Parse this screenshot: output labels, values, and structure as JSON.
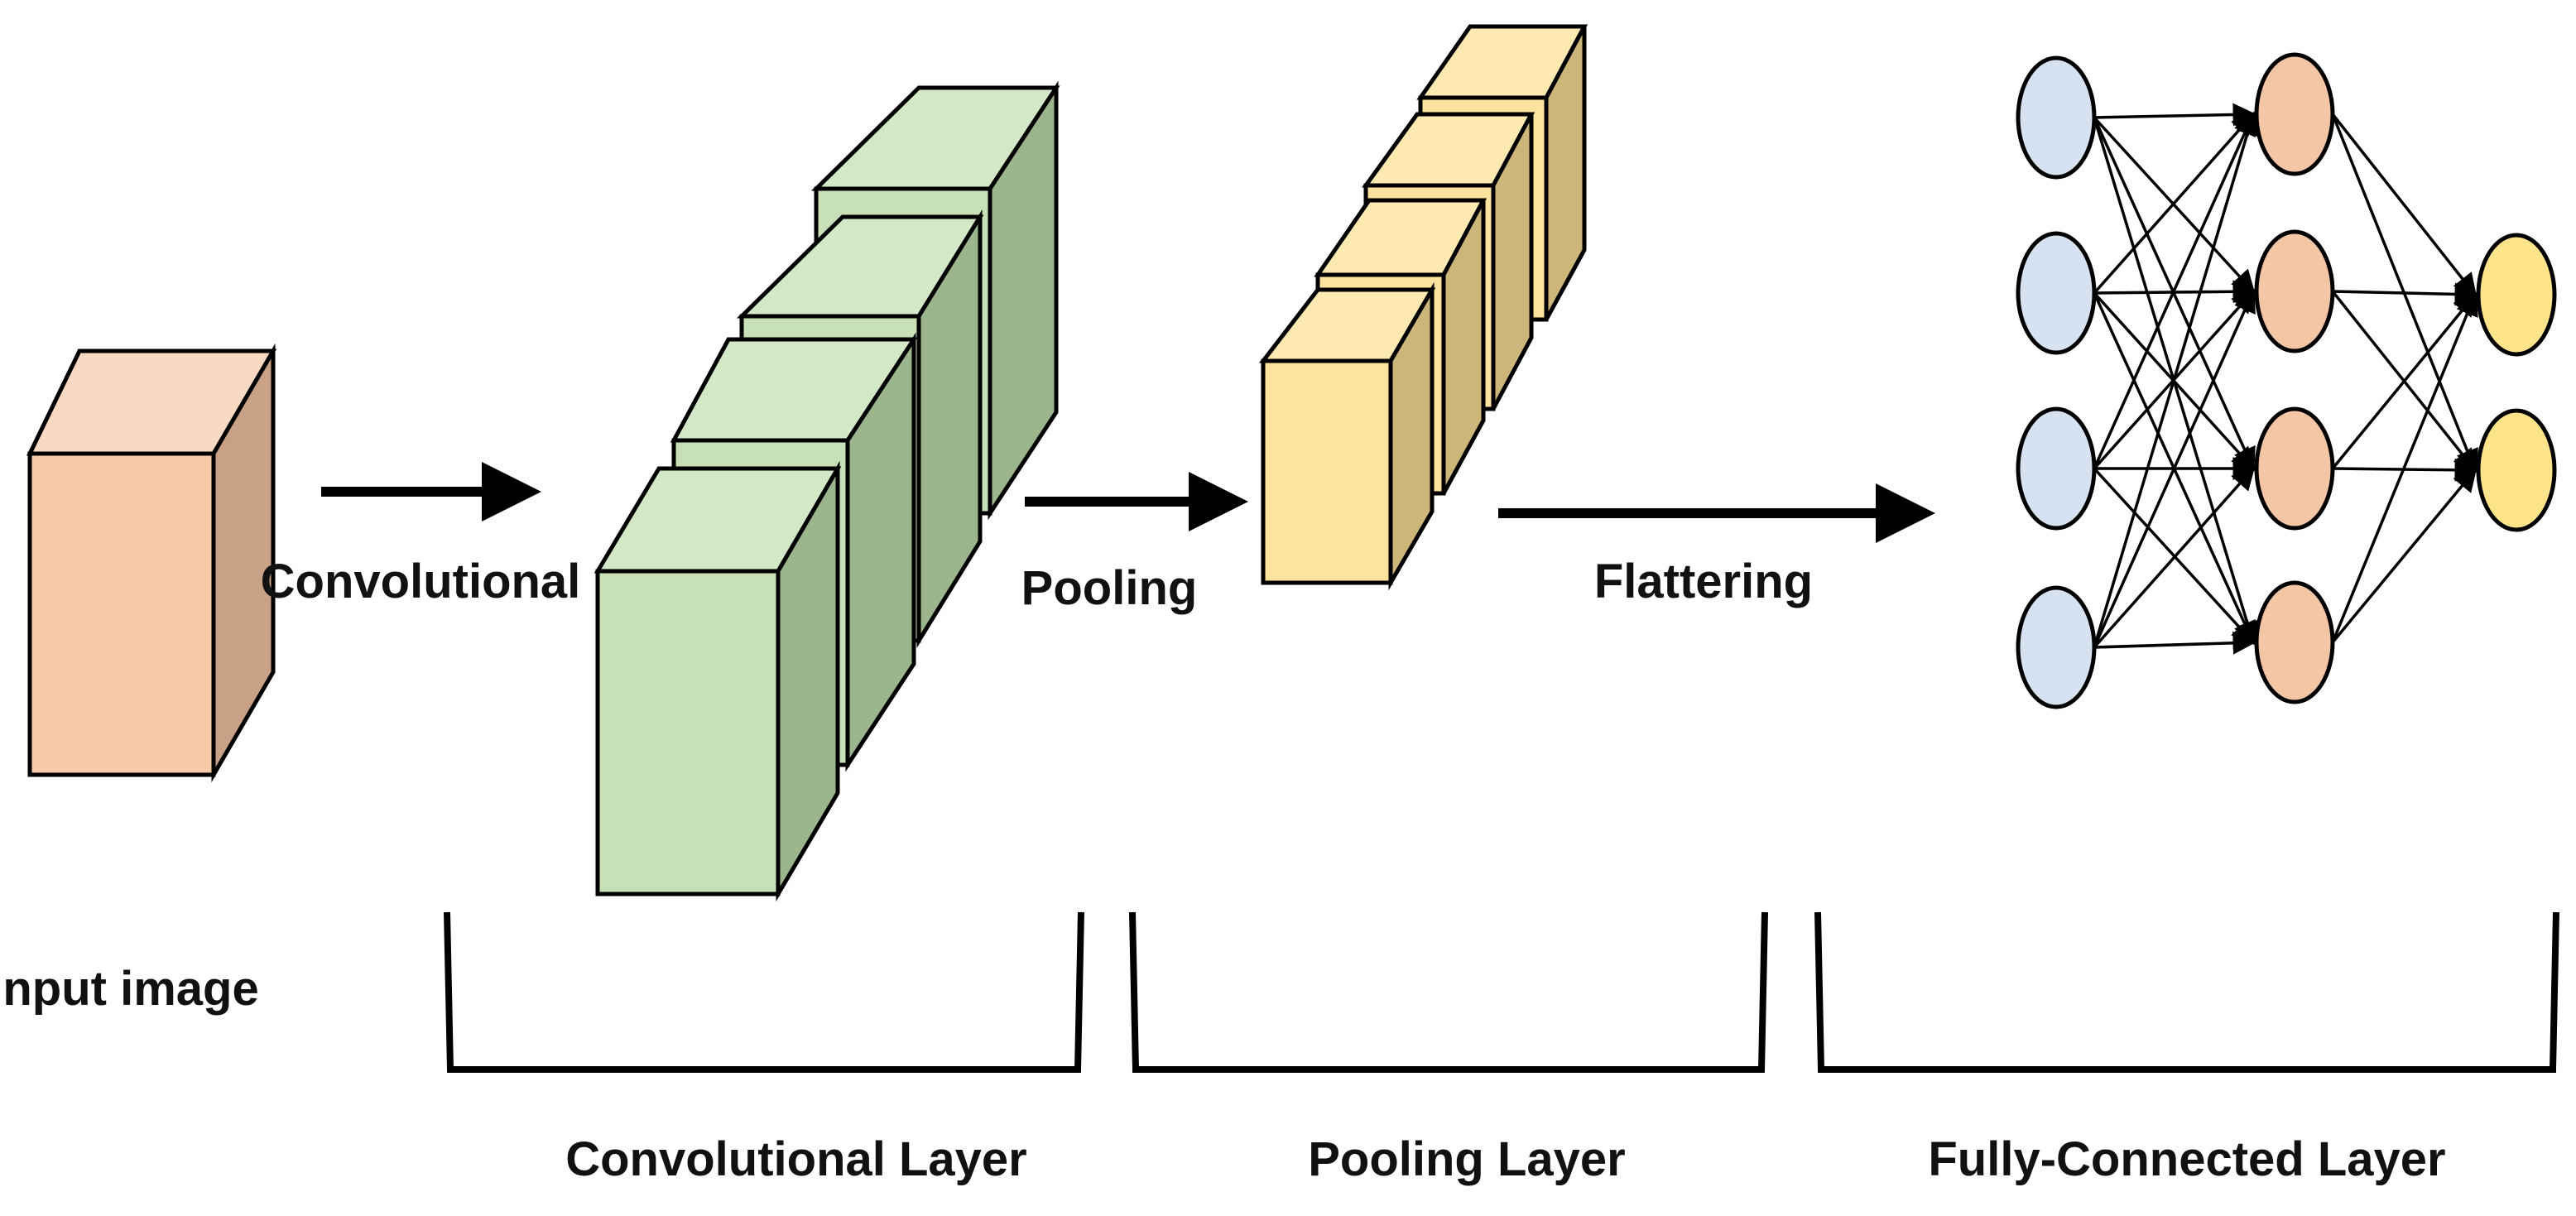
{
  "labels": {
    "input_image": "Input image",
    "convolutional": "Convolutional",
    "pooling": "Pooling",
    "flattering": "Flattering",
    "convolutional_layer": "Convolutional Layer",
    "pooling_layer": "Pooling Layer",
    "fully_connected_layer": "Fully-Connected Layer"
  },
  "colors": {
    "input_front": "#f8c9a8",
    "input_top": "#f9d9c1",
    "input_side": "#c8a186",
    "conv_front": "#c6e0b7",
    "conv_top": "#d3e8c7",
    "conv_side": "#9bb58d",
    "pool_front": "#fde39c",
    "pool_top": "#feeab1",
    "pool_side": "#cdb67a",
    "node_input": "#d6e1f2",
    "node_hidden": "#f5c6a6",
    "node_output": "#fde38a"
  },
  "network": {
    "input_nodes": 4,
    "hidden_nodes": 4,
    "output_nodes": 2
  }
}
